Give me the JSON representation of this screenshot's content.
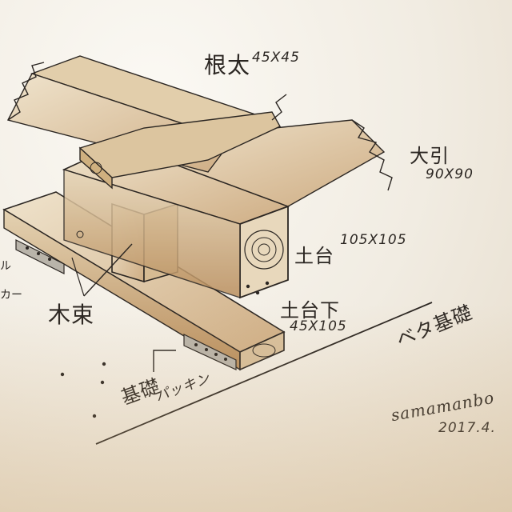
{
  "labels": {
    "neda": "根太",
    "neda_size": "45X45",
    "obiki": "大引",
    "obiki_size": "90X90",
    "dodai": "土台",
    "dodai_size": "105X105",
    "dodaishita": "土台下",
    "dodaishita_size": "45X105",
    "tsuka": "木束",
    "beta_kiso": "ベタ基礎",
    "kiso_packing_1": "基礎",
    "kiso_packing_2": "パッキン",
    "edge_text_1": "ル",
    "edge_text_2": "カー"
  },
  "signature": {
    "name": "samamanbo",
    "date": "2017.4."
  },
  "colors": {
    "pencil": "#2b2622",
    "wood_light": "#e9dcc3",
    "wood_shade": "#c9a57a",
    "paper": "#f3eee5"
  }
}
